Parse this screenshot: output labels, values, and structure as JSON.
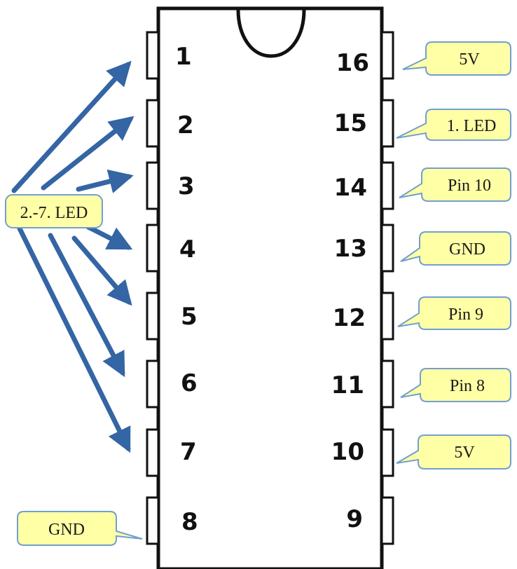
{
  "colors": {
    "callout_fill": "#ffffa6",
    "callout_stroke": "#729fcf",
    "arrow": "#3465a4",
    "outline": "#111111",
    "background": "#ffffff"
  },
  "chip": {
    "left_pins": [
      "1",
      "2",
      "3",
      "4",
      "5",
      "6",
      "7",
      "8"
    ],
    "right_pins": [
      "16",
      "15",
      "14",
      "13",
      "12",
      "11",
      "10",
      "9"
    ],
    "notch": "semicircle"
  },
  "callouts": {
    "led_group": "2.-7. LED",
    "pin8": "GND",
    "pin16": "5V",
    "pin15": "1. LED",
    "pin14": "Pin 10",
    "pin13": "GND",
    "pin12": "Pin 9",
    "pin11": "Pin 8",
    "pin10": "5V"
  }
}
